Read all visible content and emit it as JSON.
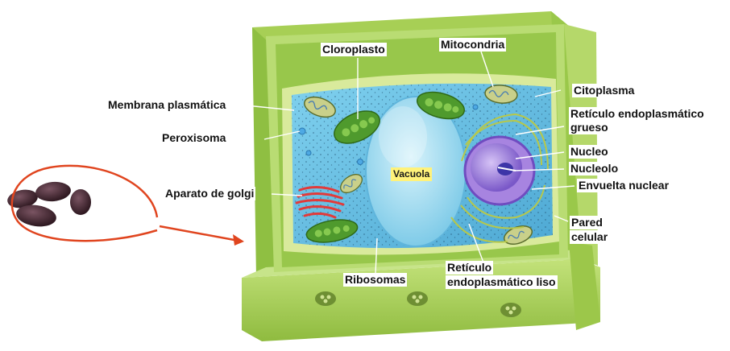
{
  "labels": {
    "cloroplasto": "Cloroplasto",
    "mitocondria": "Mitocondria",
    "citoplasma": "Citoplasma",
    "membrana": "Membrana plasmática",
    "reticulo_grueso_1": "Retículo endoplasmático",
    "reticulo_grueso_2": "grueso",
    "peroxisoma": "Peroxisoma",
    "nucleo": "Nucleo",
    "nucleolo": "Nucleolo",
    "vacuola": "Vacuola",
    "golgi": "Aparato de golgi",
    "envuelta": "Envuelta nuclear",
    "pared_1": "Pared",
    "pared_2": "celular",
    "ribosomas": "Ribosomas",
    "reticulo_liso_1": "Retículo",
    "reticulo_liso_2": "endoplasmático liso"
  },
  "colors": {
    "cell_wall": "#a9cf5a",
    "cell_wall_dark": "#86ad3c",
    "cytoplasm": "#6fc3e6",
    "vacuole": "#a8e0f4",
    "chloroplast": "#5fa634",
    "mitochondria": "#b9c87a",
    "nucleus": "#8a6ad2",
    "golgi": "#e23a3a",
    "highlight_circle": "#e0451f",
    "seed": "#4a2a35"
  }
}
